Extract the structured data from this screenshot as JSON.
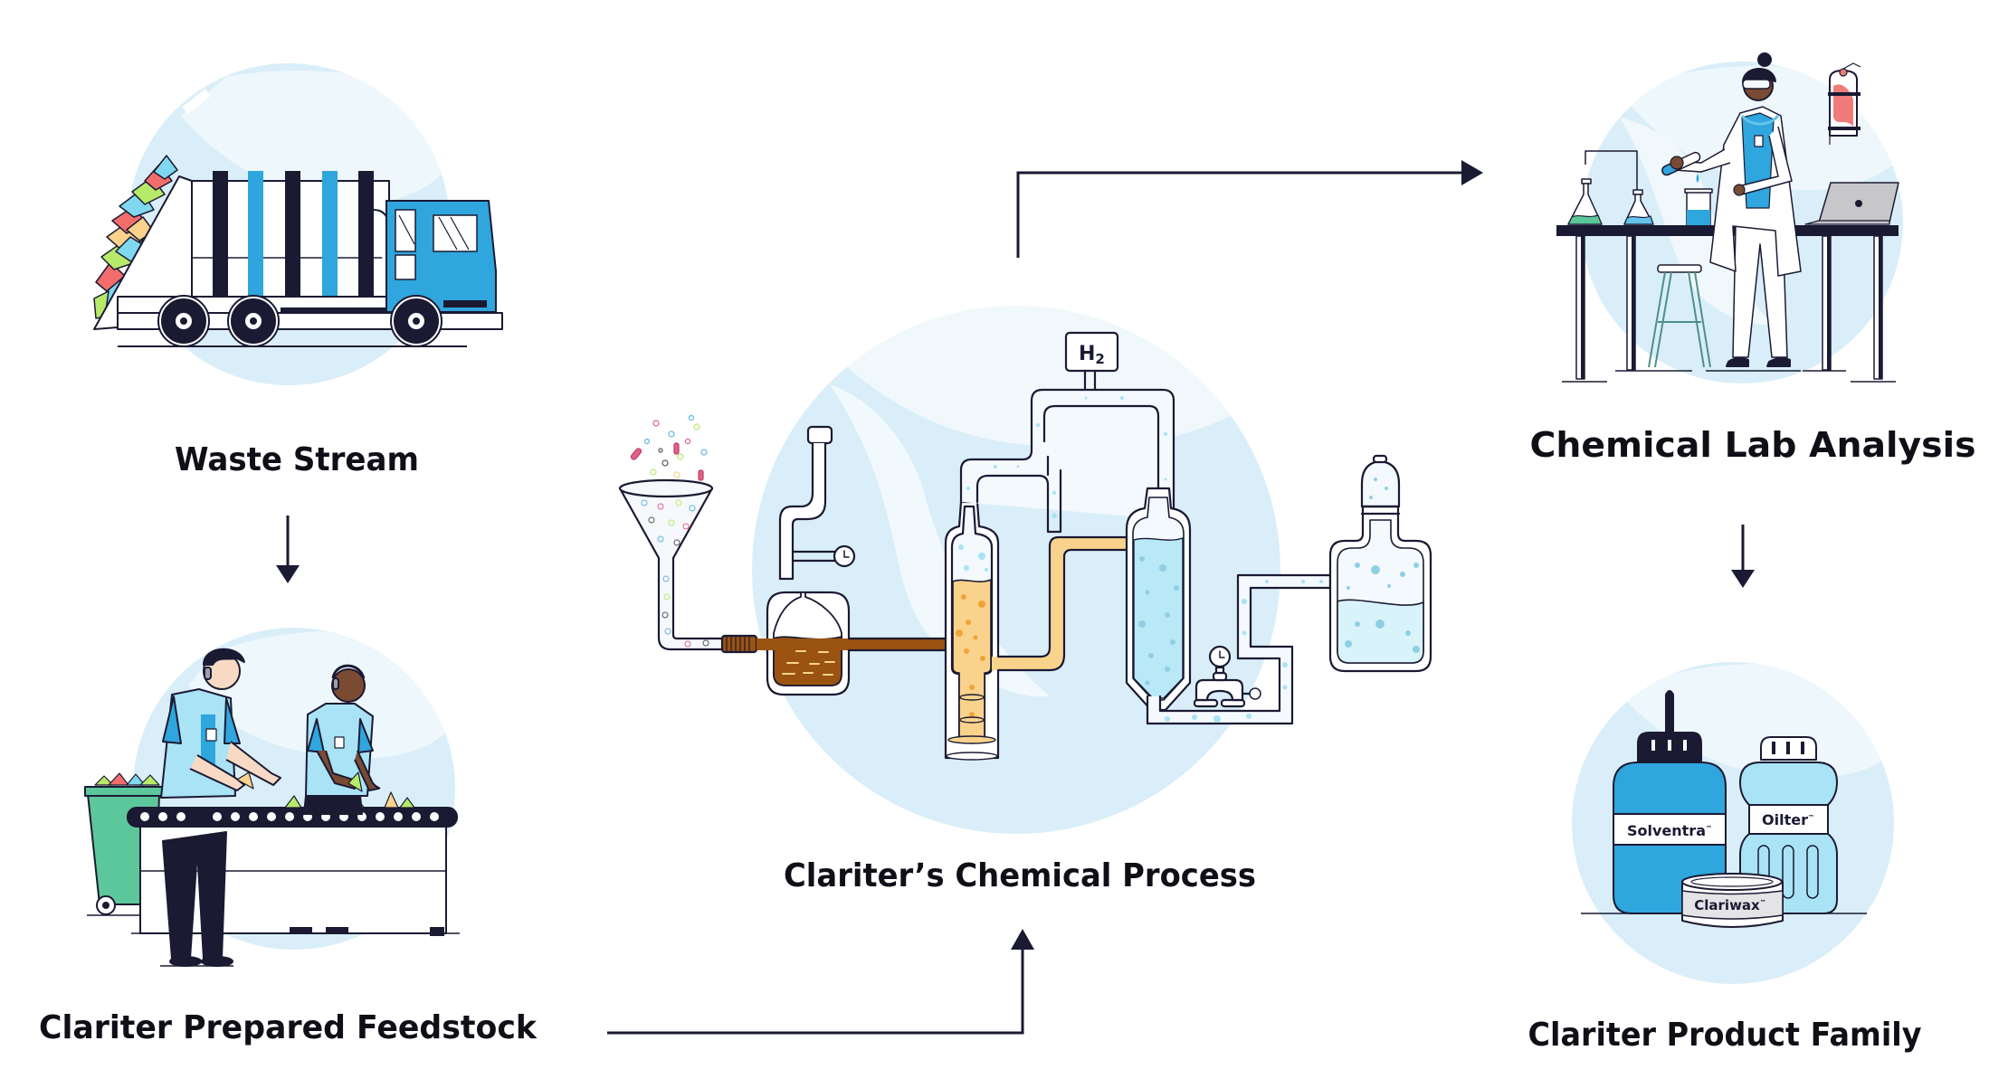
{
  "diagram": {
    "title": "Clariter process flow",
    "colors": {
      "ink": "#1b1a33",
      "circle_bg": "#d9eef8",
      "accent_blue": "#2fa6dd",
      "light_blue": "#a9e3f5",
      "amber_liquid": "#f9d38c",
      "amber_dot": "#f0a33a",
      "brown_liquid": "#9b5312",
      "bin_green": "#5cc79a",
      "skin_dark": "#7a4a33",
      "skin_light": "#f7d9c4",
      "extinguisher_red": "#f17b7b",
      "laptop_grey": "#c7c7c9"
    },
    "steps": [
      {
        "id": "waste",
        "label": "Waste Stream",
        "illustration": "garbage-truck"
      },
      {
        "id": "feedstock",
        "label": "Clariter Prepared Feedstock",
        "illustration": "sorting-conveyor"
      },
      {
        "id": "process",
        "label": "Clariter’s Chemical Process",
        "illustration": "reactor-apparatus"
      },
      {
        "id": "lab",
        "label": "Chemical Lab Analysis",
        "illustration": "lab-scientist"
      },
      {
        "id": "products",
        "label": "Clariter Product Family",
        "illustration": "product-containers"
      }
    ],
    "process": {
      "gas_label": "H",
      "gas_subscript": "2"
    },
    "products": [
      {
        "name": "Solventra",
        "mark": "™"
      },
      {
        "name": "Oilter",
        "mark": "™"
      },
      {
        "name": "Clariwax",
        "mark": "™"
      }
    ],
    "connectors": [
      {
        "from": "waste",
        "to": "feedstock",
        "direction": "down"
      },
      {
        "from": "feedstock",
        "to": "process",
        "direction": "right-then-up"
      },
      {
        "from": "process",
        "to": "lab",
        "direction": "up-then-right"
      },
      {
        "from": "lab",
        "to": "products",
        "direction": "down"
      }
    ]
  }
}
